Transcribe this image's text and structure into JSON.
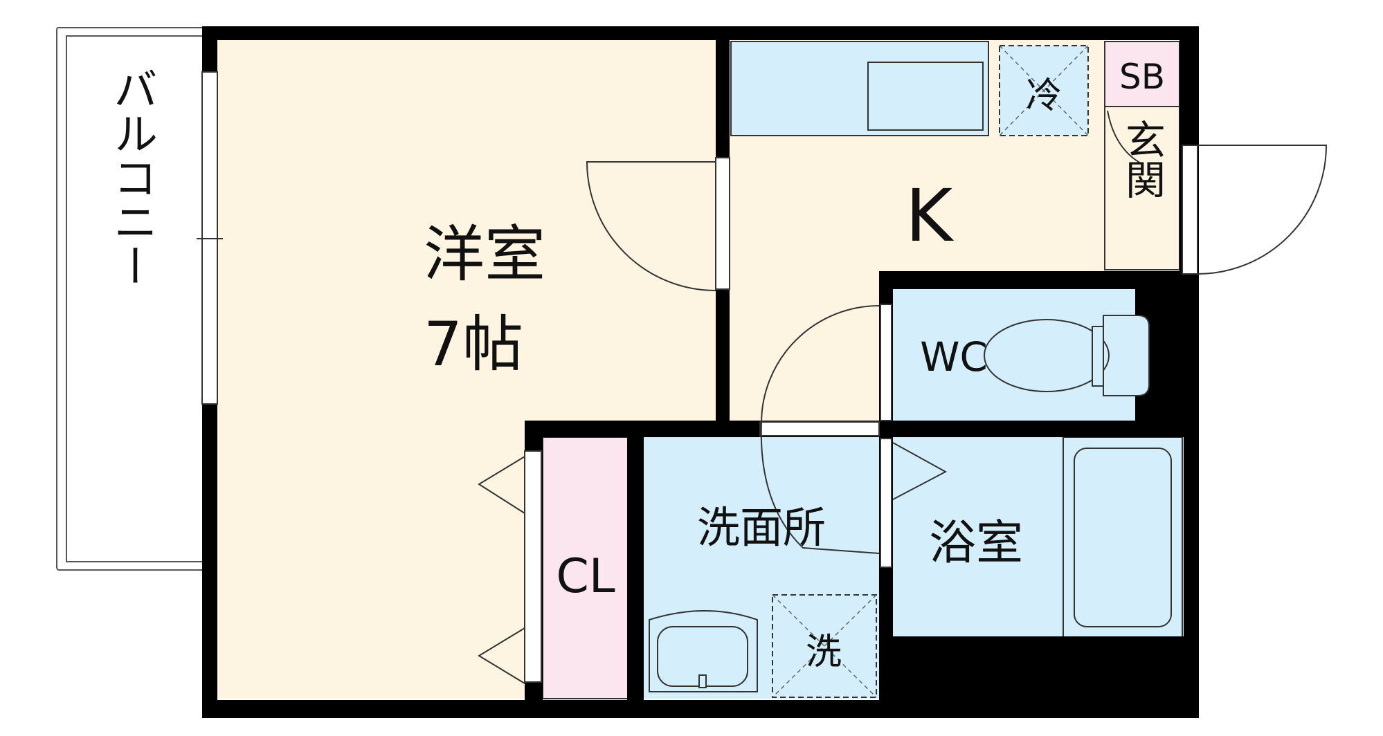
{
  "rooms": {
    "western": {
      "name": "洋室",
      "size": "7帖"
    },
    "kitchen": "K",
    "entrance": "玄関",
    "shoe_box": "SB",
    "fridge": "冷",
    "toilet": "WC",
    "washroom": "洗面所",
    "washer": "洗",
    "bath": "浴室",
    "closet": "CL",
    "balcony": "バルコニー"
  },
  "colors": {
    "wall": "#000000",
    "room_cream": "#fdf5e2",
    "wet_blue": "#d4eefb",
    "closet_pink": "#fbe6ef",
    "sb_pink": "#fbe6ef",
    "line": "#333333"
  }
}
